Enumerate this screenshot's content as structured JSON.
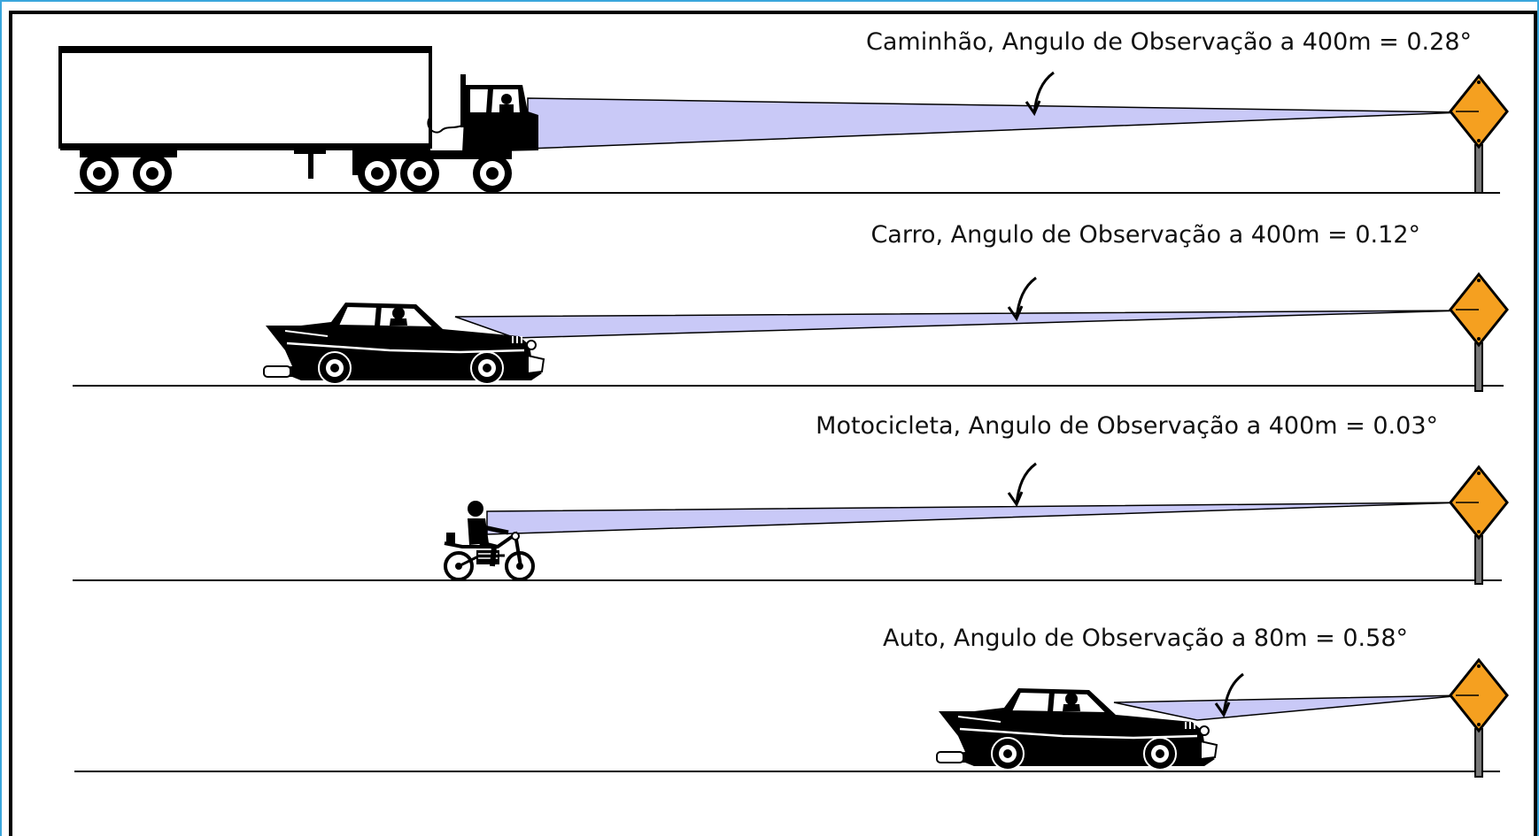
{
  "scenes": [
    {
      "label": "Caminhão, Angulo de Observação a 400m = 0.28°"
    },
    {
      "label": "Carro, Angulo de Observação a 400m = 0.12°"
    },
    {
      "label": "Motocicleta, Angulo de Observação a 400m = 0.03°"
    },
    {
      "label": "Auto, Angulo de Observação a 80m = 0.58°"
    }
  ],
  "colors": {
    "beam": "#c9c9f7",
    "sign": "#f5a020",
    "vehicle": "#000000",
    "outer_border": "#3aa6dc"
  }
}
